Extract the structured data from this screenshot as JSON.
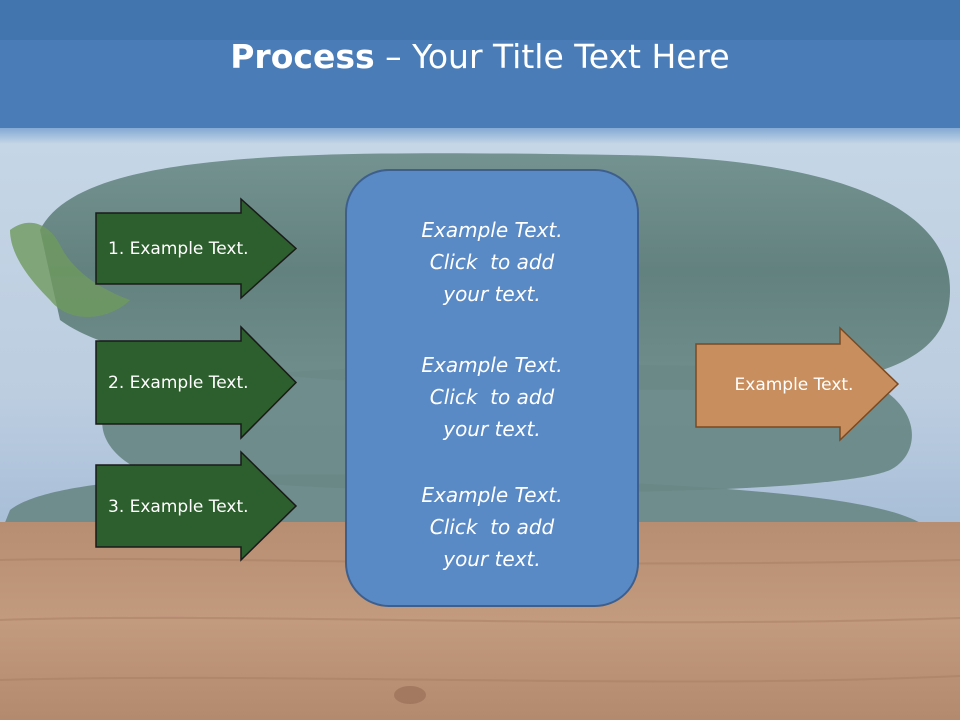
{
  "slide": {
    "title_bold": "Process",
    "title_rest": " – Your Title Text Here"
  },
  "left_arrows": [
    {
      "label": "1. Example Text."
    },
    {
      "label": "2. Example Text."
    },
    {
      "label": "3. Example Text."
    }
  ],
  "center_box": {
    "items": [
      {
        "line1": "Example Text.",
        "line2": "Click  to add",
        "line3": "your text."
      },
      {
        "line1": "Example Text.",
        "line2": "Click  to add",
        "line3": "your text."
      },
      {
        "line1": "Example Text.",
        "line2": "Click  to add",
        "line3": "your text."
      }
    ]
  },
  "right_arrow": {
    "label": "Example Text."
  },
  "colors": {
    "green_arrow": "#2d5e2d",
    "green_arrow_border": "#1a1a1a",
    "orange_arrow": "#c98e5e",
    "orange_arrow_border": "#7a4a22",
    "center_box": "#5a8ac6",
    "title_bar": "#4a7db8"
  }
}
